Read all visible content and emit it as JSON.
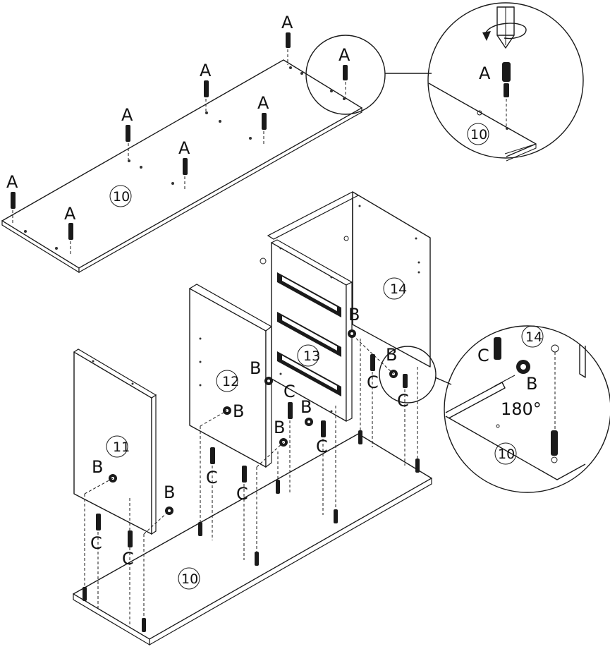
{
  "labels": {
    "cam_bolt": "A",
    "cam_lock": "B",
    "dowel": "C",
    "rotation": "180°"
  },
  "parts": {
    "top_panel": "10",
    "bottom_panel": "10",
    "left_side": "11",
    "inner_side": "12",
    "drawer_panel": "13",
    "right_side": "14",
    "detail_top_panel": "10",
    "detail_bottom_panel": "10",
    "detail_side": "14"
  },
  "colors": {
    "line": "#1a1a1a",
    "background": "#ffffff"
  },
  "icons": [
    "screwdriver-icon",
    "rotate-arrow-icon",
    "cam-bolt-icon",
    "cam-lock-icon",
    "dowel-icon"
  ]
}
